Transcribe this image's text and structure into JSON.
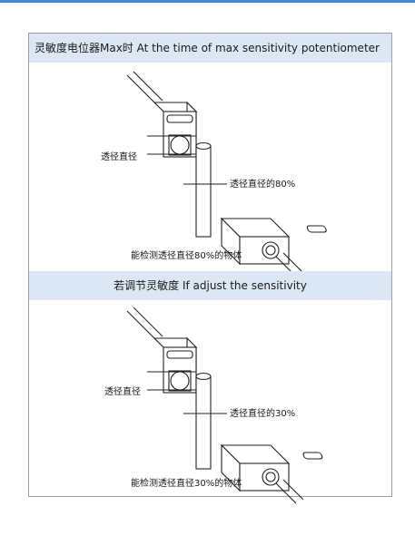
{
  "sections": [
    {
      "header": "灵敏度电位器Max时 At the time of max sensitivity potentiometer",
      "label_beam_width": "透径直径",
      "label_detect_width": "透径直径的80%",
      "label_object": "能检测透径直径80%的物体"
    },
    {
      "header": "若调节灵敏度 If adjust the sensitivity",
      "label_beam_width": "透径直径",
      "label_detect_width": "透径直径的30%",
      "label_object": "能检测透径直径30%的物体"
    }
  ],
  "colors": {
    "top_rule": "#3a8ad6",
    "header_bg": "#dbe7f5",
    "border": "#9aa0a6"
  }
}
